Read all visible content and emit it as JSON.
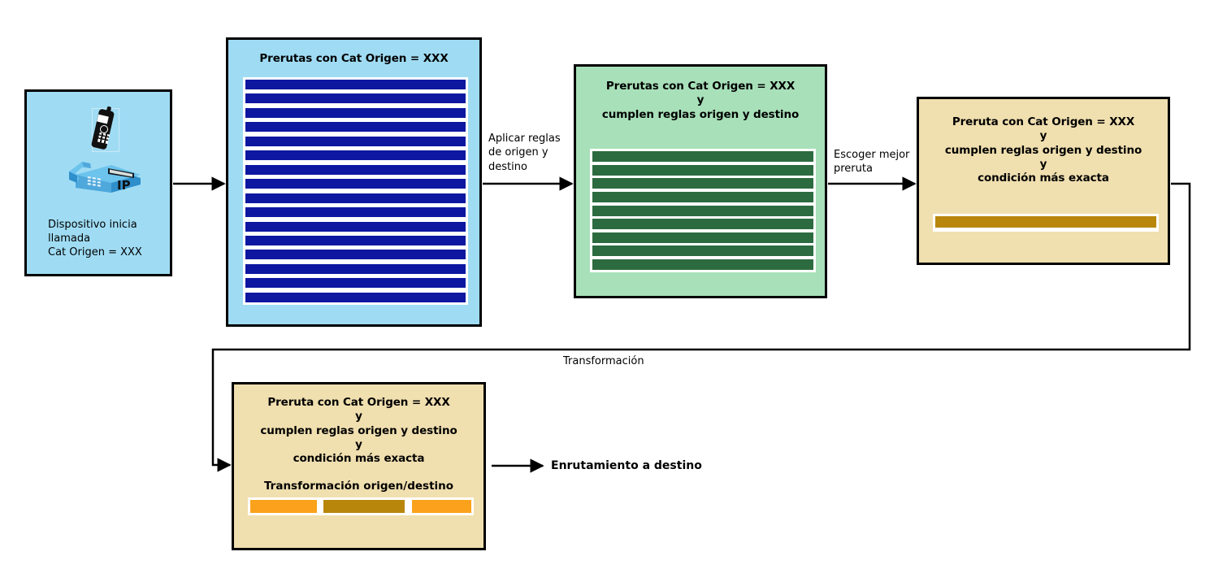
{
  "diagram": {
    "title_language": "es",
    "background": "#ffffff",
    "line_color": "#000000"
  },
  "nodes": {
    "device": {
      "name": "Dispositivo inicia llamada",
      "caption": "Dispositivo inicia\nllamada\nCat Origen = XXX",
      "fill": "#9FDCF4",
      "icons": [
        "mobile-phone-icon",
        "ip-desk-phone-icon"
      ],
      "ip_badge": "IP"
    },
    "preroutes_all": {
      "title": "Prerutas con Cat Origen = XXX",
      "fill": "#9FDCF4",
      "bar_color": "#0D17A0",
      "bar_count": 16,
      "frame_color": "#ffffff"
    },
    "preroutes_rules": {
      "title": "Prerutas con Cat Origen = XXX\ny\ncumplen reglas origen y destino",
      "fill": "#A8E0B9",
      "bar_color": "#2C6B3F",
      "bar_count": 9,
      "frame_color": "#ffffff"
    },
    "best_preroute": {
      "title": "Preruta con Cat Origen = XXX\ny\ncumplen reglas origen y destino\ny\ncondición más exacta",
      "fill": "#F0DFAF",
      "bar_color": "#B8860B",
      "bar_count": 1,
      "frame_color": "#ffffff"
    },
    "transformed_preroute": {
      "title": "Preruta con Cat Origen = XXX\ny\ncumplen reglas origen y destino\ny\ncondición más exacta",
      "transform_label": "Transformación origen/destino",
      "fill": "#F0DFAF",
      "frame_color": "#ffffff",
      "segments": [
        {
          "color": "#FAA21B",
          "width_pct": 30
        },
        {
          "color": "#B8860B",
          "width_pct": 37
        },
        {
          "color": "#FAA21B",
          "width_pct": 27
        }
      ]
    }
  },
  "edges": {
    "device_to_preroutes": {
      "label": ""
    },
    "apply_rules": {
      "label": "Aplicar reglas\nde origen y\ndestino"
    },
    "choose_best": {
      "label": "Escoger mejor\npreruta"
    },
    "transformation": {
      "label": "Transformación"
    },
    "routing_out": {
      "label": "Enrutamiento a destino"
    }
  }
}
